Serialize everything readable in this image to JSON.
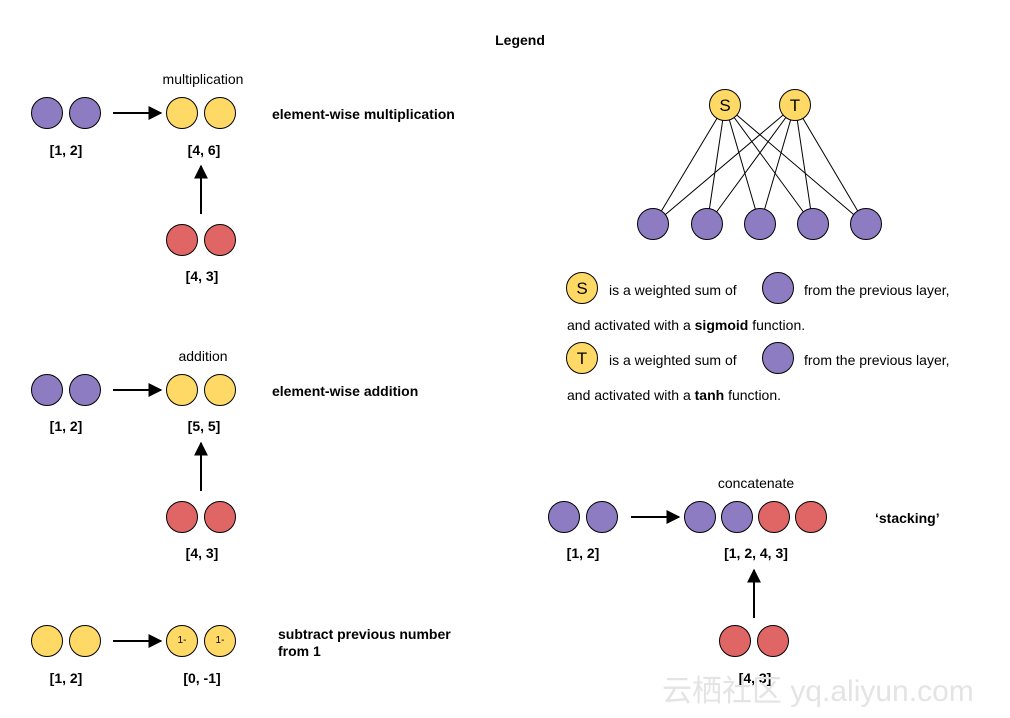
{
  "title": "Legend",
  "colors": {
    "purple": "#8e7cc3",
    "yellow": "#ffd966",
    "red": "#e06666"
  },
  "multiplication": {
    "op_label": "multiplication",
    "input_label": "[1, 2]",
    "output_label": "[4, 6]",
    "second_label": "[4, 3]",
    "description": "element-wise multiplication"
  },
  "addition": {
    "op_label": "addition",
    "input_label": "[1, 2]",
    "output_label": "[5, 5]",
    "second_label": "[4, 3]",
    "description": "element-wise addition"
  },
  "subtract": {
    "input_label": "[1, 2]",
    "output_label": "[0, -1]",
    "cell_text": "1-",
    "description_line1": "subtract previous number",
    "description_line2": "from 1"
  },
  "network": {
    "s_node": "S",
    "t_node": "T"
  },
  "explanation": {
    "s_symbol": "S",
    "t_symbol": "T",
    "weighted_sum_of": "is a weighted sum of",
    "from_previous": "from the previous layer,",
    "activated_with": "and activated with a",
    "sigmoid": "sigmoid",
    "tanh": "tanh",
    "function": "function."
  },
  "concatenate": {
    "op_label": "concatenate",
    "input_label": "[1, 2]",
    "output_label": "[1, 2, 4, 3]",
    "second_label": "[4, 3]",
    "description": "‘stacking’"
  },
  "watermark": "云栖社区 yq.aliyun.com"
}
